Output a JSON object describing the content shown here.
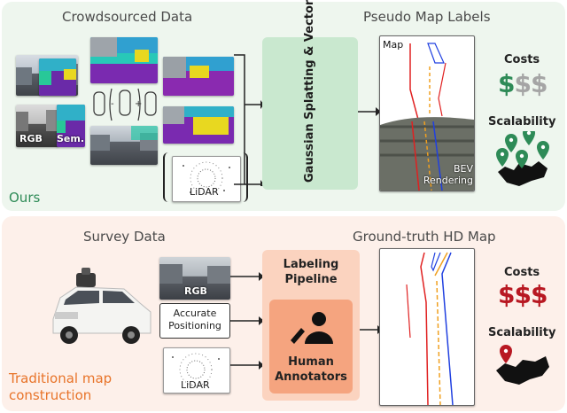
{
  "top": {
    "left_title": "Crowdsourced Data",
    "right_title": "Pseudo Map Labels",
    "tag": "Ours",
    "rgb_label": "RGB",
    "sem_label": "Sem.",
    "lidar_label": "LiDAR",
    "stage_label": "Gaussian Splatting & Vectorization",
    "map_label": "Map",
    "bev_label": "BEV Rendering",
    "costs_label": "Costs",
    "costs_value": "$$$",
    "scalability_label": "Scalability"
  },
  "bottom": {
    "left_title": "Survey Data",
    "right_title": "Ground-truth HD Map",
    "tag": "Traditional map construction",
    "rgb_label": "RGB",
    "positioning_label": "Accurate Positioning",
    "lidar_label": "LiDAR",
    "pipeline_label": "Labeling Pipeline",
    "annotators_label": "Human Annotators",
    "costs_label": "Costs",
    "costs_value": "$$$",
    "scalability_label": "Scalability"
  },
  "colors": {
    "green_accent": "#2e8b57",
    "orange_accent": "#e8742a",
    "red_dollar": "#b81822",
    "gray_dollar": "#a5a5a5",
    "lane_red": "#e02020",
    "lane_blue": "#2040e0",
    "lane_orange": "#f0a020"
  }
}
